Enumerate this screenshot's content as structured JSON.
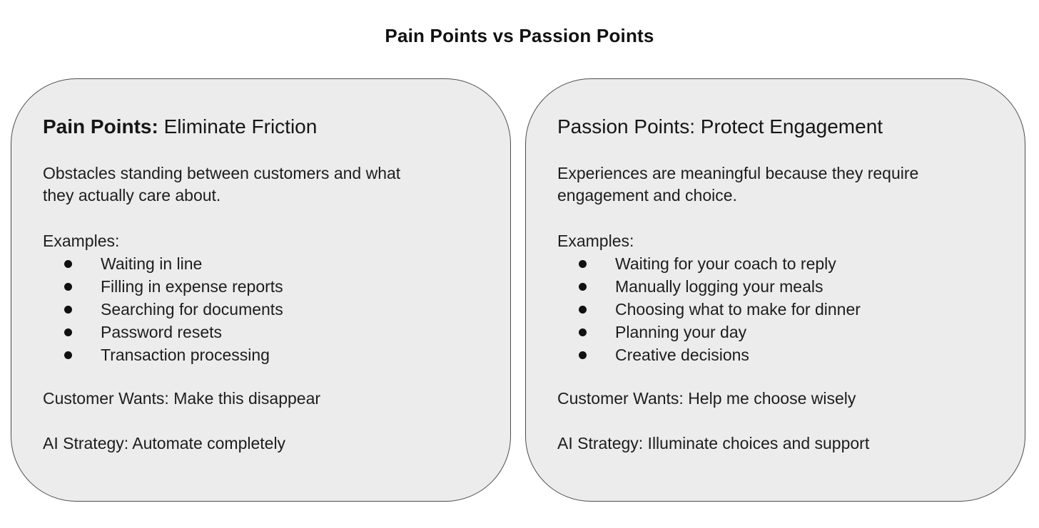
{
  "page": {
    "title": "Pain Points vs Passion Points"
  },
  "cards": {
    "pain": {
      "heading_emphasis": "Pain Points:",
      "heading_rest": " Eliminate Friction",
      "description": "Obstacles standing between customers and what\nthey actually care about.",
      "examples_label": "Examples:",
      "examples": [
        "Waiting in line",
        "Filling in expense reports",
        "Searching for documents",
        "Password resets",
        "Transaction processing"
      ],
      "customer_wants": "Customer Wants: Make this disappear",
      "ai_strategy": "AI Strategy: Automate completely"
    },
    "passion": {
      "heading_emphasis": "",
      "heading_rest": "Passion Points: Protect Engagement",
      "description": "Experiences are meaningful because they require\nengagement and choice.",
      "examples_label": "Examples:",
      "examples": [
        "Waiting for your coach to reply",
        "Manually logging your meals",
        "Choosing what to make for dinner",
        "Planning your day",
        "Creative decisions"
      ],
      "customer_wants": "Customer Wants: Help me choose wisely",
      "ai_strategy": "AI Strategy: Illuminate choices and support"
    }
  },
  "colors": {
    "card_background": "#ececec",
    "card_border": "#4d4d4d",
    "text": "#1d1d1d",
    "page_background": "#ffffff"
  }
}
